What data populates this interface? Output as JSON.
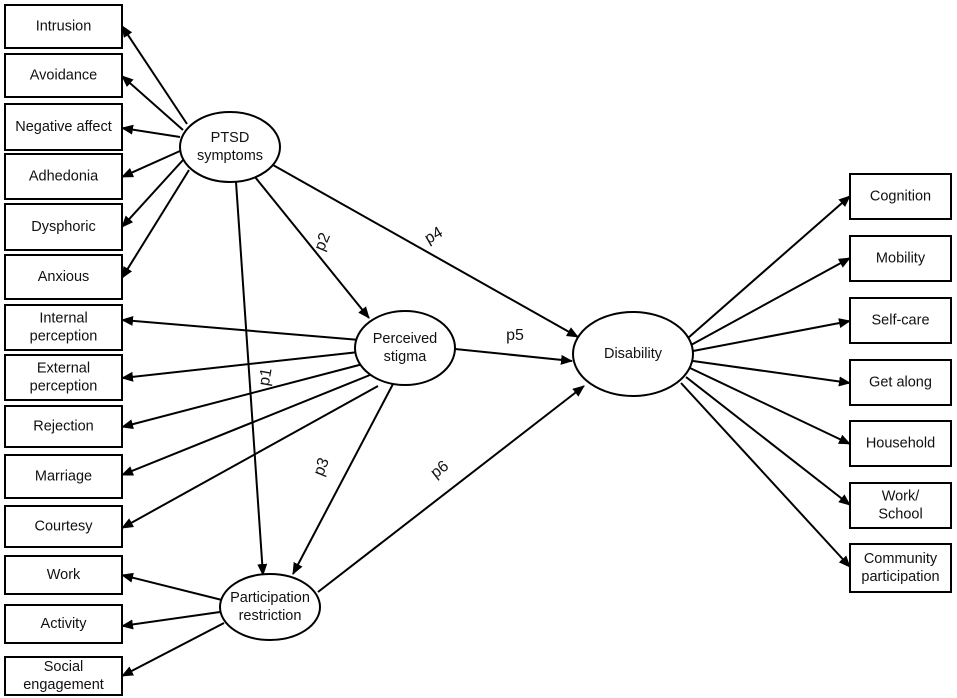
{
  "nodes": {
    "intrusion": [
      "Intrusion"
    ],
    "avoidance": [
      "Avoidance"
    ],
    "negative_affect": [
      "Negative affect"
    ],
    "adhedonia": [
      "Adhedonia"
    ],
    "dysphoric": [
      "Dysphoric"
    ],
    "anxious": [
      "Anxious"
    ],
    "internal_perception": [
      "Internal",
      "perception"
    ],
    "external_perception": [
      "External",
      "perception"
    ],
    "rejection": [
      "Rejection"
    ],
    "marriage": [
      "Marriage"
    ],
    "courtesy": [
      "Courtesy"
    ],
    "work": [
      "Work"
    ],
    "activity": [
      "Activity"
    ],
    "social_engagement": [
      "Social",
      "engagement"
    ],
    "ptsd": [
      "PTSD",
      "symptoms"
    ],
    "stigma": [
      "Perceived",
      "stigma"
    ],
    "participation": [
      "Participation",
      "restriction"
    ],
    "disability": [
      "Disability"
    ],
    "cognition": [
      "Cognition"
    ],
    "mobility": [
      "Mobility"
    ],
    "self_care": [
      "Self-care"
    ],
    "get_along": [
      "Get along"
    ],
    "household": [
      "Household"
    ],
    "work_school": [
      "Work/",
      "School"
    ],
    "community": [
      "Community",
      "participation"
    ]
  },
  "paths": {
    "p1": "p1",
    "p2": "p2",
    "p3": "p3",
    "p4": "p4",
    "p5": "p5",
    "p6": "p6"
  },
  "edges": [
    {
      "from": "ptsd",
      "to": "intrusion"
    },
    {
      "from": "ptsd",
      "to": "avoidance"
    },
    {
      "from": "ptsd",
      "to": "negative_affect"
    },
    {
      "from": "ptsd",
      "to": "adhedonia"
    },
    {
      "from": "ptsd",
      "to": "dysphoric"
    },
    {
      "from": "ptsd",
      "to": "anxious"
    },
    {
      "from": "ptsd",
      "to": "stigma",
      "label": "p2"
    },
    {
      "from": "ptsd",
      "to": "participation",
      "label": "p1"
    },
    {
      "from": "ptsd",
      "to": "disability",
      "label": "p4"
    },
    {
      "from": "stigma",
      "to": "internal_perception"
    },
    {
      "from": "stigma",
      "to": "external_perception"
    },
    {
      "from": "stigma",
      "to": "rejection"
    },
    {
      "from": "stigma",
      "to": "marriage"
    },
    {
      "from": "stigma",
      "to": "courtesy"
    },
    {
      "from": "stigma",
      "to": "disability",
      "label": "p5"
    },
    {
      "from": "stigma",
      "to": "participation",
      "label": "p3"
    },
    {
      "from": "participation",
      "to": "work"
    },
    {
      "from": "participation",
      "to": "activity"
    },
    {
      "from": "participation",
      "to": "social_engagement"
    },
    {
      "from": "participation",
      "to": "disability",
      "label": "p6"
    },
    {
      "from": "disability",
      "to": "cognition"
    },
    {
      "from": "disability",
      "to": "mobility"
    },
    {
      "from": "disability",
      "to": "self_care"
    },
    {
      "from": "disability",
      "to": "get_along"
    },
    {
      "from": "disability",
      "to": "household"
    },
    {
      "from": "disability",
      "to": "work_school"
    },
    {
      "from": "disability",
      "to": "community"
    }
  ]
}
